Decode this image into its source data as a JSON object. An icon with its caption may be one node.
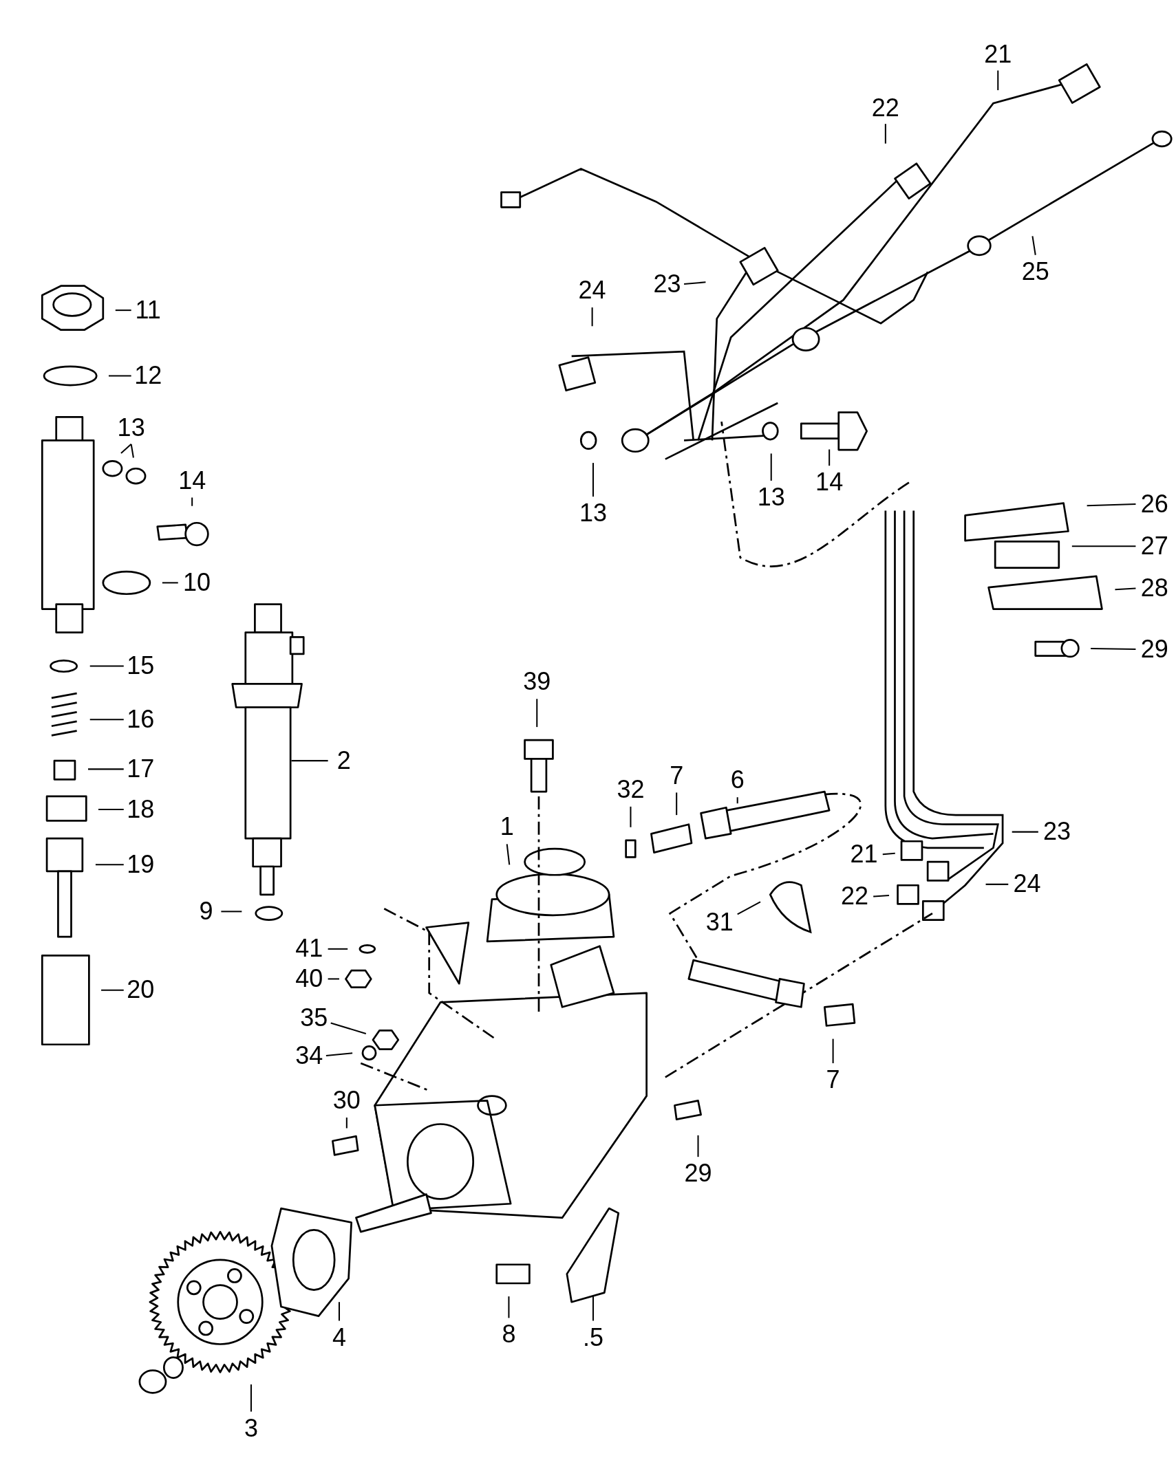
{
  "diagram": {
    "nodes": [
      {
        "text": [
          "21"
        ]
      },
      {
        "text": [
          "22"
        ]
      },
      {
        "text": [
          "25"
        ]
      },
      {
        "text": [
          "23"
        ]
      },
      {
        "text": [
          "24"
        ]
      },
      {
        "text": [
          "11"
        ]
      },
      {
        "text": [
          "12"
        ]
      },
      {
        "text": [
          "13"
        ]
      },
      {
        "text": [
          "14"
        ]
      },
      {
        "text": [
          "14"
        ]
      },
      {
        "text": [
          "13"
        ]
      },
      {
        "text": [
          "26"
        ]
      },
      {
        "text": [
          "13"
        ]
      },
      {
        "text": [
          "27"
        ]
      },
      {
        "text": [
          "10"
        ]
      },
      {
        "text": [
          "28"
        ]
      },
      {
        "text": [
          "29"
        ]
      },
      {
        "text": [
          "15"
        ]
      },
      {
        "text": [
          "39"
        ]
      },
      {
        "text": [
          "16"
        ]
      },
      {
        "text": [
          "2"
        ]
      },
      {
        "text": [
          "17"
        ]
      },
      {
        "text": [
          "7"
        ]
      },
      {
        "text": [
          "6"
        ]
      },
      {
        "text": [
          "32"
        ]
      },
      {
        "text": [
          "18"
        ]
      },
      {
        "text": [
          "1"
        ]
      },
      {
        "text": [
          "23"
        ]
      },
      {
        "text": [
          "21"
        ]
      },
      {
        "text": [
          "19"
        ]
      },
      {
        "text": [
          "24"
        ]
      },
      {
        "text": [
          "22"
        ]
      },
      {
        "text": [
          "9"
        ]
      },
      {
        "text": [
          "31"
        ]
      },
      {
        "text": [
          "41"
        ]
      },
      {
        "text": [
          "40"
        ]
      },
      {
        "text": [
          "20"
        ]
      },
      {
        "text": [
          "35"
        ]
      },
      {
        "text": [
          "34"
        ]
      },
      {
        "text": [
          "7"
        ]
      },
      {
        "text": [
          "30"
        ]
      },
      {
        "text": [
          "29"
        ]
      },
      {
        "text": [
          "8"
        ]
      },
      {
        "text": [
          "4"
        ]
      },
      {
        "text": [
          ".5"
        ]
      },
      {
        "text": [
          "3"
        ]
      },
      {
        "text": [],
        "shape": "picture"
      }
    ],
    "edges": [
      {
        "from": 0,
        "to": null,
        "arrow": "none"
      },
      {
        "from": 1,
        "to": null,
        "arrow": "none"
      },
      {
        "from": 2,
        "to": null,
        "arrow": "none"
      },
      {
        "from": 3,
        "to": null,
        "arrow": "none"
      },
      {
        "from": 4,
        "to": null,
        "arrow": "none"
      },
      {
        "from": 5,
        "to": null,
        "arrow": "none"
      },
      {
        "from": 6,
        "to": null,
        "arrow": "none"
      },
      {
        "from": 7,
        "to": null,
        "arrow": "none"
      },
      {
        "from": 7,
        "to": null,
        "arrow": "none"
      },
      {
        "from": 8,
        "to": null,
        "arrow": "none"
      },
      {
        "from": 9,
        "to": null,
        "arrow": "none"
      },
      {
        "from": 10,
        "to": null,
        "arrow": "none"
      },
      {
        "from": 11,
        "to": null,
        "arrow": "none"
      },
      {
        "from": 12,
        "to": null,
        "arrow": "none"
      },
      {
        "from": 13,
        "to": null,
        "arrow": "none"
      },
      {
        "from": 14,
        "to": null,
        "arrow": "none"
      },
      {
        "from": 15,
        "to": null,
        "arrow": "none"
      },
      {
        "from": 16,
        "to": null,
        "arrow": "none"
      },
      {
        "from": 17,
        "to": null,
        "arrow": "none"
      },
      {
        "from": 18,
        "to": null,
        "arrow": "none"
      },
      {
        "from": 19,
        "to": null,
        "arrow": "none"
      },
      {
        "from": 20,
        "to": 46,
        "arrow": "none"
      },
      {
        "from": 21,
        "to": null,
        "arrow": "none"
      },
      {
        "from": 22,
        "to": null,
        "arrow": "none"
      },
      {
        "from": 23,
        "to": null,
        "arrow": "none"
      },
      {
        "from": 24,
        "to": null,
        "arrow": "none"
      },
      {
        "from": 25,
        "to": null,
        "arrow": "none"
      },
      {
        "from": 26,
        "to": null,
        "arrow": "none"
      },
      {
        "from": 27,
        "to": null,
        "arrow": "none"
      },
      {
        "from": 28,
        "to": null,
        "arrow": "none"
      },
      {
        "from": 29,
        "to": null,
        "arrow": "none"
      },
      {
        "from": 30,
        "to": null,
        "arrow": "none"
      },
      {
        "from": 31,
        "to": null,
        "arrow": "none"
      },
      {
        "from": 32,
        "to": null,
        "arrow": "none"
      },
      {
        "from": 33,
        "to": null,
        "arrow": "none"
      },
      {
        "from": 34,
        "to": null,
        "arrow": "none"
      },
      {
        "from": 35,
        "to": null,
        "arrow": "none"
      },
      {
        "from": 36,
        "to": null,
        "arrow": "none"
      },
      {
        "from": 37,
        "to": null,
        "arrow": "none"
      },
      {
        "from": 38,
        "to": null,
        "arrow": "none"
      },
      {
        "from": 39,
        "to": null,
        "arrow": "none"
      },
      {
        "from": 40,
        "to": null,
        "arrow": "none"
      },
      {
        "from": 41,
        "to": null,
        "arrow": "none"
      },
      {
        "from": 42,
        "to": null,
        "arrow": "none"
      },
      {
        "from": 43,
        "to": null,
        "arrow": "none"
      },
      {
        "from": 44,
        "to": null,
        "arrow": "none"
      },
      {
        "from": 45,
        "to": null,
        "arrow": "none"
      }
    ]
  }
}
